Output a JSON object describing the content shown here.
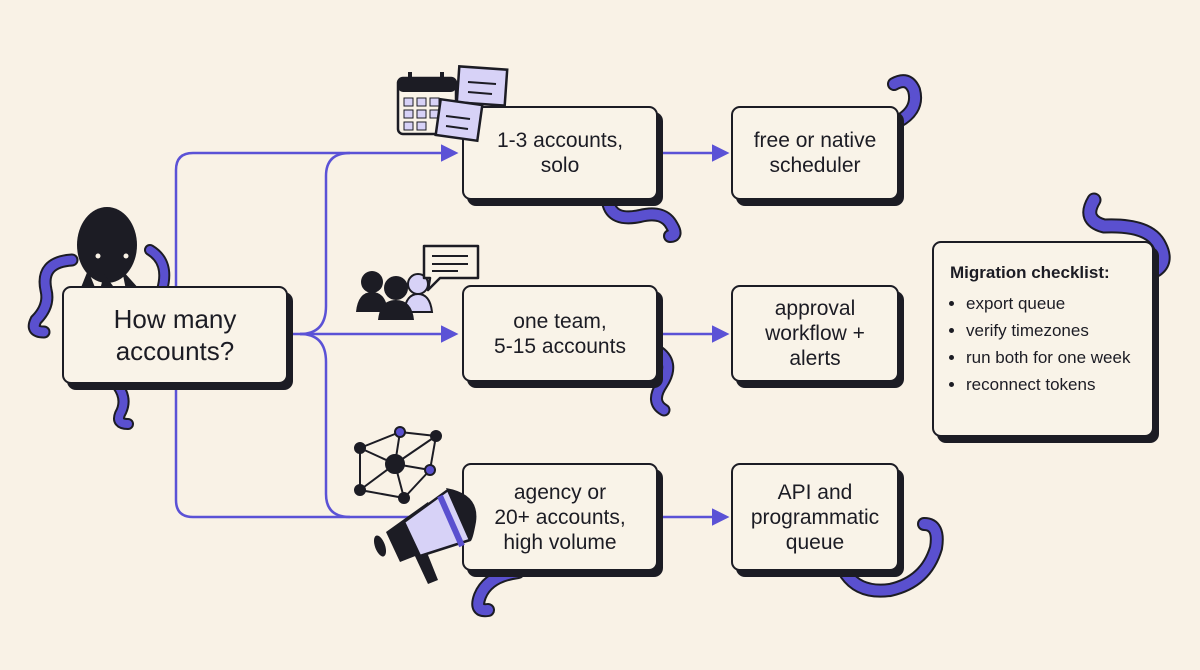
{
  "root_question": [
    "How many",
    "accounts?"
  ],
  "options": [
    {
      "lines": [
        "1-3 accounts,",
        "solo"
      ]
    },
    {
      "lines": [
        "one team,",
        "5-15 accounts"
      ]
    },
    {
      "lines": [
        "agency or",
        "20+ accounts,",
        "high volume"
      ]
    }
  ],
  "results": [
    {
      "lines": [
        "free or native",
        "scheduler"
      ]
    },
    {
      "lines": [
        "approval",
        "workflow +",
        "alerts"
      ]
    },
    {
      "lines": [
        "API and",
        "programmatic",
        "queue"
      ]
    }
  ],
  "checklist": {
    "title": "Migration checklist:",
    "items": [
      "export queue",
      "verify timezones",
      "run both for one week",
      "reconnect tokens"
    ]
  },
  "colors": {
    "line": "#5b52d6",
    "tentacle": "#5a50cf",
    "ink": "#1c1c24",
    "background": "#f9f2e6",
    "accent_light": "#d7d2f7"
  },
  "icons": [
    "octopus-icon",
    "calendar-icon",
    "sticky-notes-icon",
    "team-icon",
    "chat-bubble-icon",
    "network-icon",
    "megaphone-icon",
    "tentacle-icon"
  ]
}
